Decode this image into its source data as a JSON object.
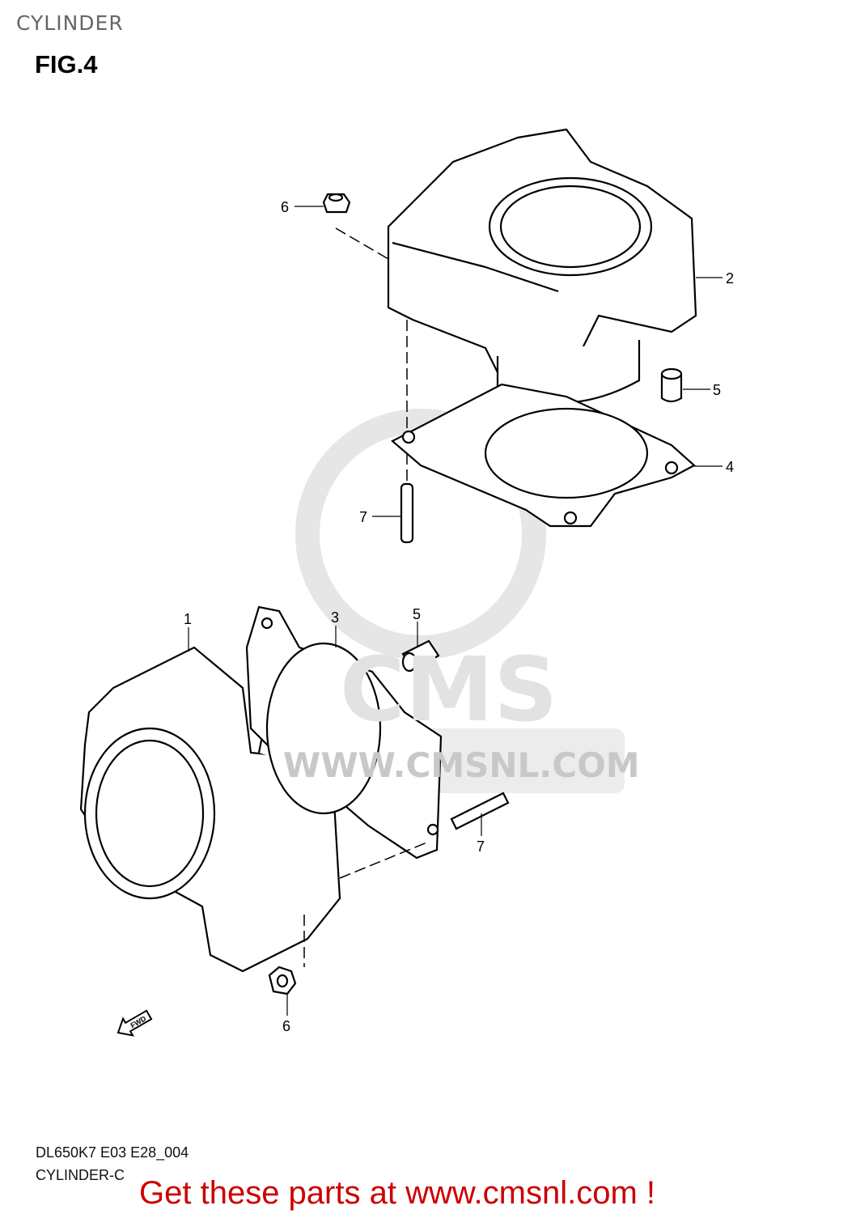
{
  "header": {
    "section_title": "CYLINDER",
    "figure_label": "FIG.4"
  },
  "diagram": {
    "callouts": [
      {
        "part": "6"
      },
      {
        "part": "2"
      },
      {
        "part": "5"
      },
      {
        "part": "4"
      },
      {
        "part": "7"
      },
      {
        "part": "1"
      },
      {
        "part": "3"
      },
      {
        "part": "5"
      },
      {
        "part": "7"
      },
      {
        "part": "6"
      }
    ],
    "fwd_arrow": "FWD",
    "watermark": {
      "logo": "CMS",
      "url": "WWW.CMSNL.COM"
    }
  },
  "footer": {
    "model_code": "DL650K7 E03 E28_004",
    "diagram_code": "CYLINDER-C",
    "call_to_action": "Get these parts at www.cmsnl.com !",
    "cta_color": "#cc0000"
  }
}
